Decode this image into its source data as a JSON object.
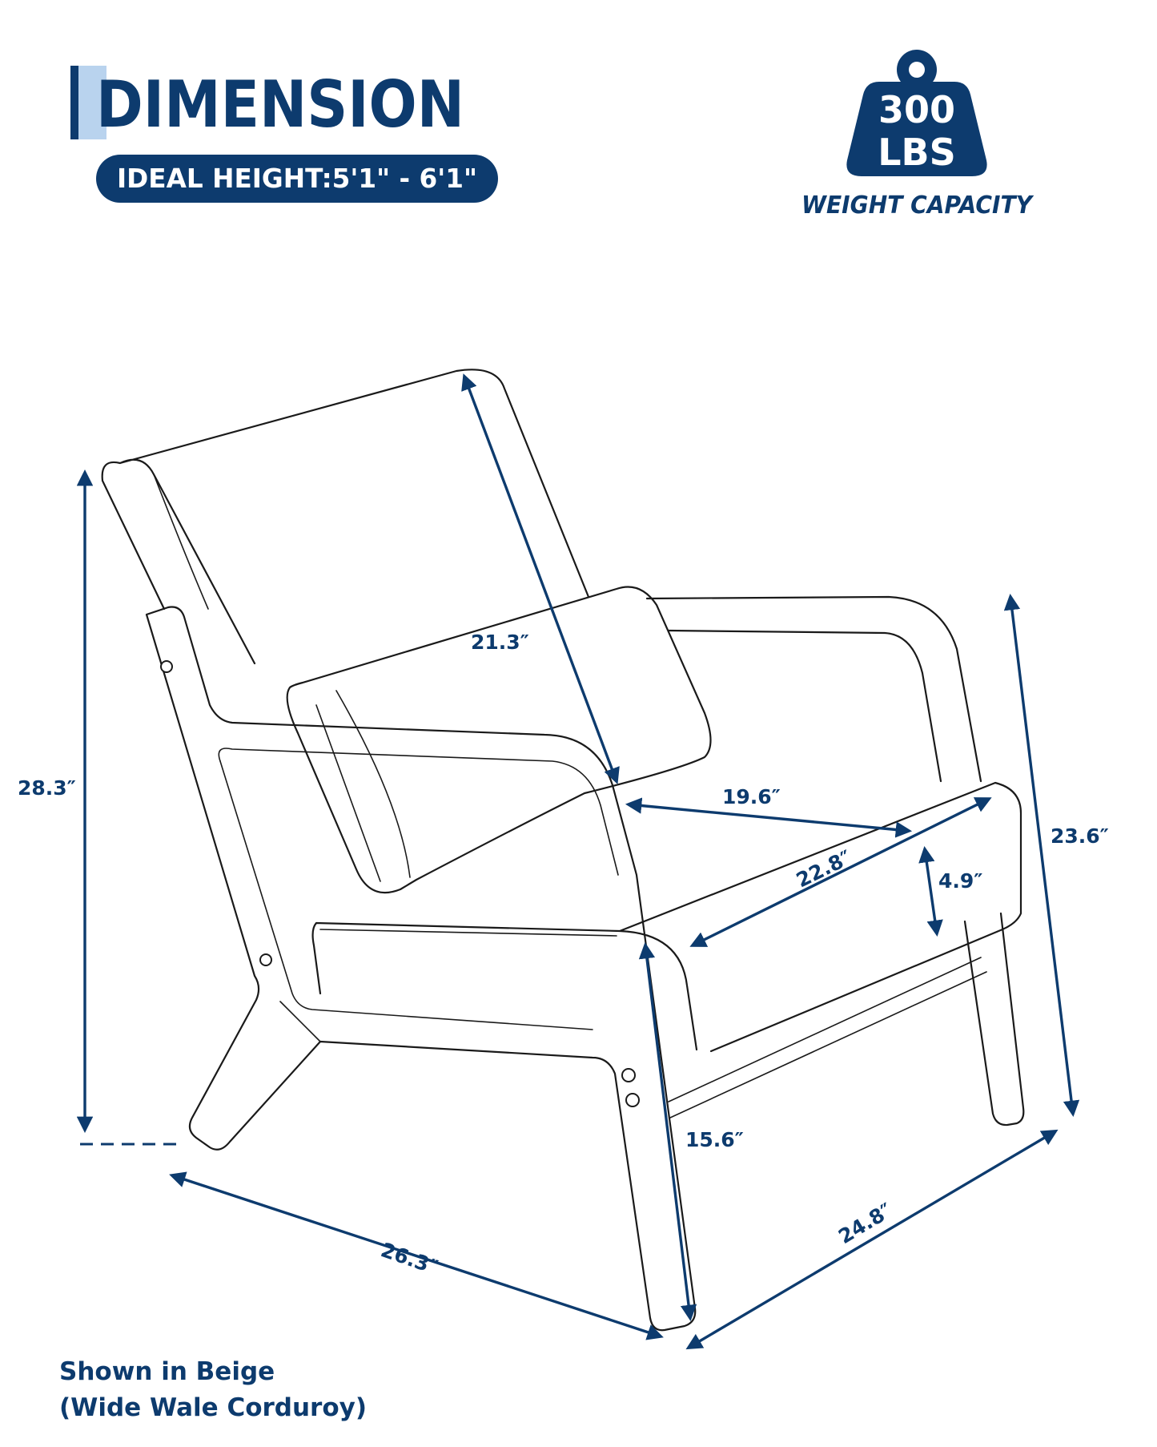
{
  "header": {
    "title": "DIMENSION",
    "ideal_height": "IDEAL HEIGHT:5'1\" - 6'1\""
  },
  "weight": {
    "number": "300",
    "unit": "LBS",
    "caption": "WEIGHT CAPACITY"
  },
  "dimensions": {
    "overall_height": "28.3″",
    "back_height": "21.3″",
    "seat_width": "19.6″",
    "seat_depth": "22.8″",
    "cushion_thickness": "4.9″",
    "arm_height": "23.6″",
    "seat_height": "15.6″",
    "overall_width": "26.3″",
    "overall_depth": "24.8″"
  },
  "note": {
    "line1": "Shown in Beige",
    "line2": "(Wide Wale Corduroy)"
  },
  "colors": {
    "brand_navy": "#0d3b6e",
    "accent_light_blue": "#b9d3ee",
    "line_art": "#1a1a1a"
  }
}
